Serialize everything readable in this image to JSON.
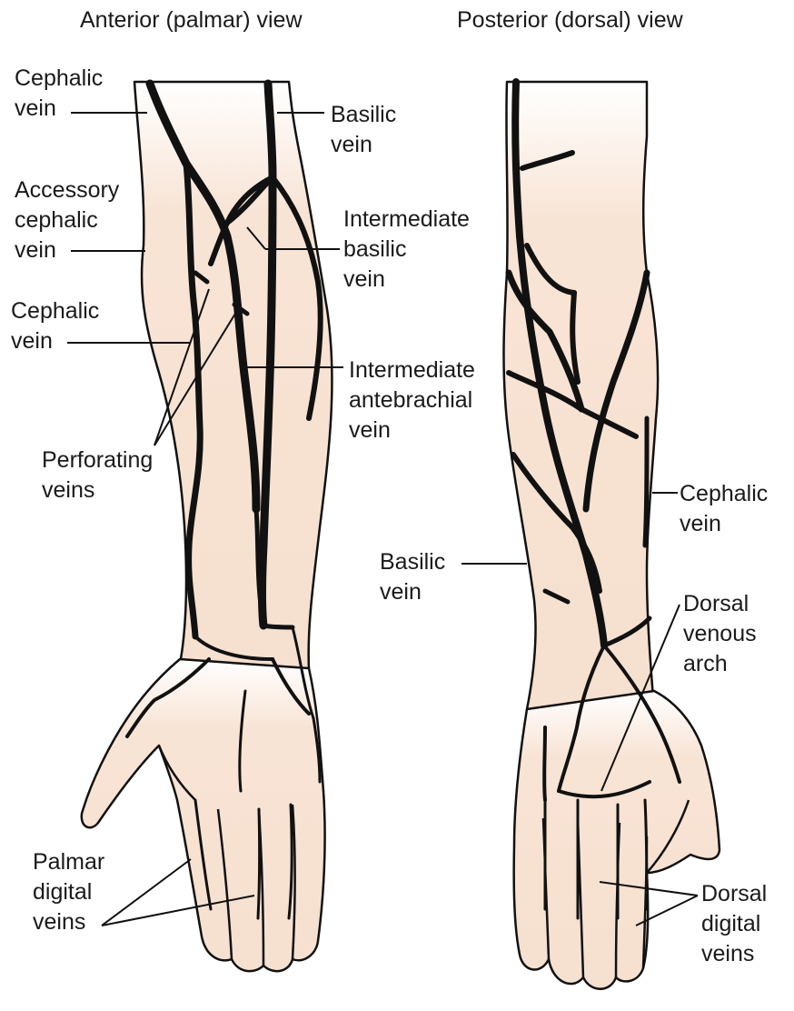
{
  "titles": {
    "anterior": "Anterior (palmar) view",
    "posterior": "Posterior (dorsal) view"
  },
  "labels": {
    "cephalic_upper": "Cephalic\nvein",
    "basilic_anterior": "Basilic\nvein",
    "accessory_cephalic": "Accessory\ncephalic\nvein",
    "intermediate_basilic": "Intermediate\nbasilic\nvein",
    "cephalic_mid": "Cephalic\nvein",
    "intermediate_antebrachial": "Intermediate\nantebrachial\nvein",
    "perforating": "Perforating\nveins",
    "palmar_digital": "Palmar\ndigital\nveins",
    "cephalic_posterior": "Cephalic\nvein",
    "basilic_posterior": "Basilic\nvein",
    "dorsal_venous_arch": "Dorsal\nvenous\narch",
    "dorsal_digital": "Dorsal\ndigital\nveins"
  },
  "colors": {
    "skin_light": "#fdf7f2",
    "skin": "#f8e4d5",
    "vein": "#111111",
    "line": "#111111"
  }
}
